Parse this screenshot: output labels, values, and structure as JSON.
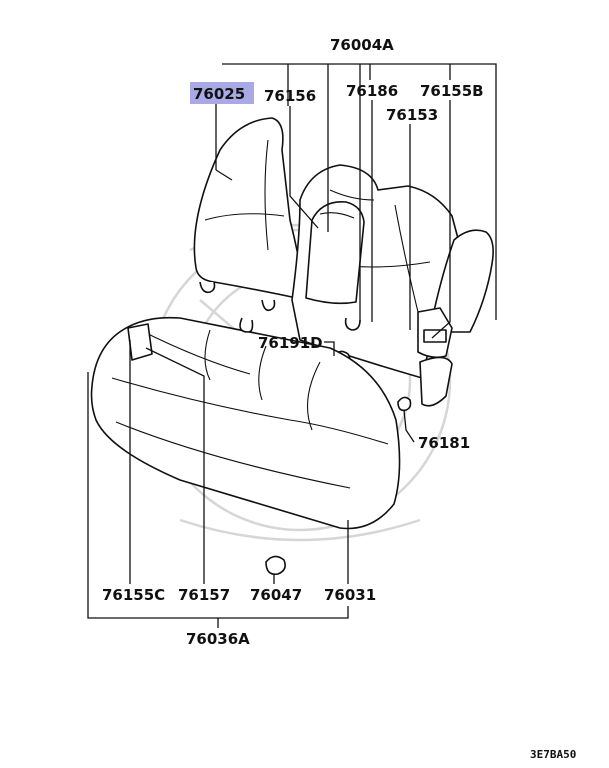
{
  "diagram": {
    "part_numbers": {
      "p76004A": "76004A",
      "p76025": "76025",
      "p76156": "76156",
      "p76186": "76186",
      "p76155B": "76155B",
      "p76153": "76153",
      "p76191D": "76191D",
      "p76181": "76181",
      "p76155C": "76155C",
      "p76157": "76157",
      "p76047": "76047",
      "p76031": "76031",
      "p76036A": "76036A"
    },
    "highlighted_part": "76025",
    "highlight_color": "#a9a9e6",
    "figure_code": "3E7BA50"
  }
}
